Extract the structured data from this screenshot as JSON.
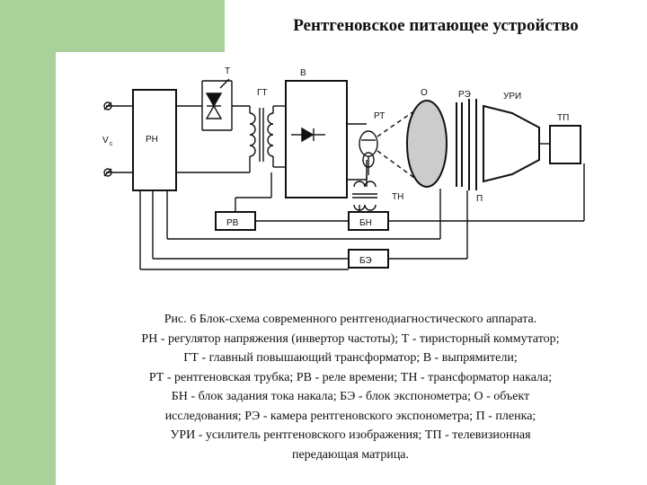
{
  "slide": {
    "title": "Рентгеновское питающее устройство"
  },
  "diagram": {
    "labels": {
      "input_voltage": "V",
      "input_voltage_sub": "c",
      "regulator": "РН",
      "thyristor": "Т",
      "main_transformer": "ГТ",
      "rectifier": "В",
      "object": "О",
      "exposure_chamber": "РЭ",
      "intensifier": "УРИ",
      "tv_matrix": "ТП",
      "xray_tube": "РТ",
      "filament_transformer": "ТН",
      "film": "П",
      "time_relay": "РВ",
      "filament_current_unit": "БН",
      "exposure_meter": "БЭ"
    }
  },
  "caption": {
    "lines": [
      "Рис. 6 Блок-схема современного рентгенодиагностического аппарата.",
      "РН - регулятор напряжения (инвертор частоты); Т - тиристорный коммутатор;",
      "ГТ - главный повышающий трансформатор; В - выпрямители;",
      "РТ - рентгеновская трубка; РВ - реле времени; ТН - трансформатор накала;",
      "БН - блок задания тока накала; БЭ - блок экспонометра;  О - объект",
      "исследования; РЭ - камера рентгеновского экспонометра; П - пленка;",
      "УРИ - усилитель рентгеновского изображения; ТП - телевизионная",
      "передающая матрица."
    ]
  }
}
